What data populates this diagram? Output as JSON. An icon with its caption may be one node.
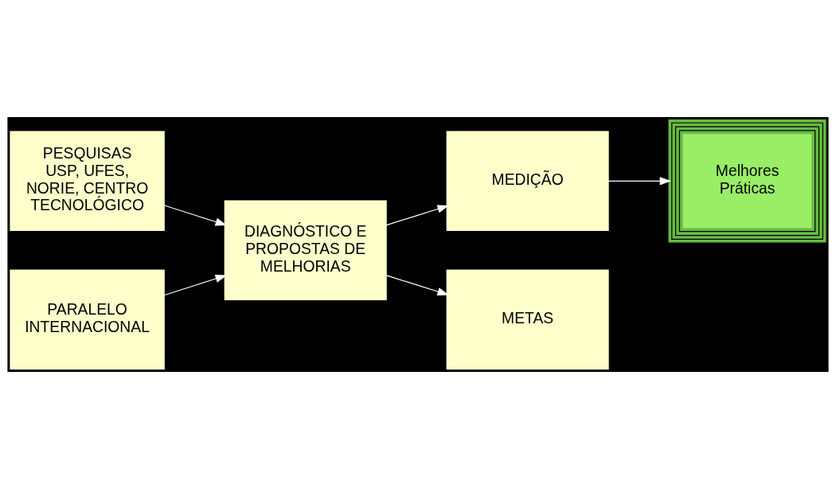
{
  "diagram": {
    "nodes": [
      {
        "text": [
          "PESQUISAS",
          "USP, UFES, NORIE, CENTRO TECNOLÓGICO"
        ]
      },
      {
        "text": [
          "PARALELO INTERNACIONAL"
        ]
      },
      {
        "text": [
          "DIAGNÓSTICO E PROPOSTAS DE MELHORIAS"
        ]
      },
      {
        "text": [
          "MEDIÇÃO"
        ]
      },
      {
        "text": [
          "METAS"
        ]
      },
      {
        "text": [
          "Melhores Práticas"
        ]
      }
    ],
    "edges": [
      {
        "from": 0,
        "to": 2,
        "arrow": "to"
      },
      {
        "from": 1,
        "to": 2,
        "arrow": "to"
      },
      {
        "from": 2,
        "to": 3,
        "arrow": "to"
      },
      {
        "from": 2,
        "to": 4,
        "arrow": "to"
      },
      {
        "from": 3,
        "to": 5,
        "arrow": "to"
      }
    ]
  }
}
